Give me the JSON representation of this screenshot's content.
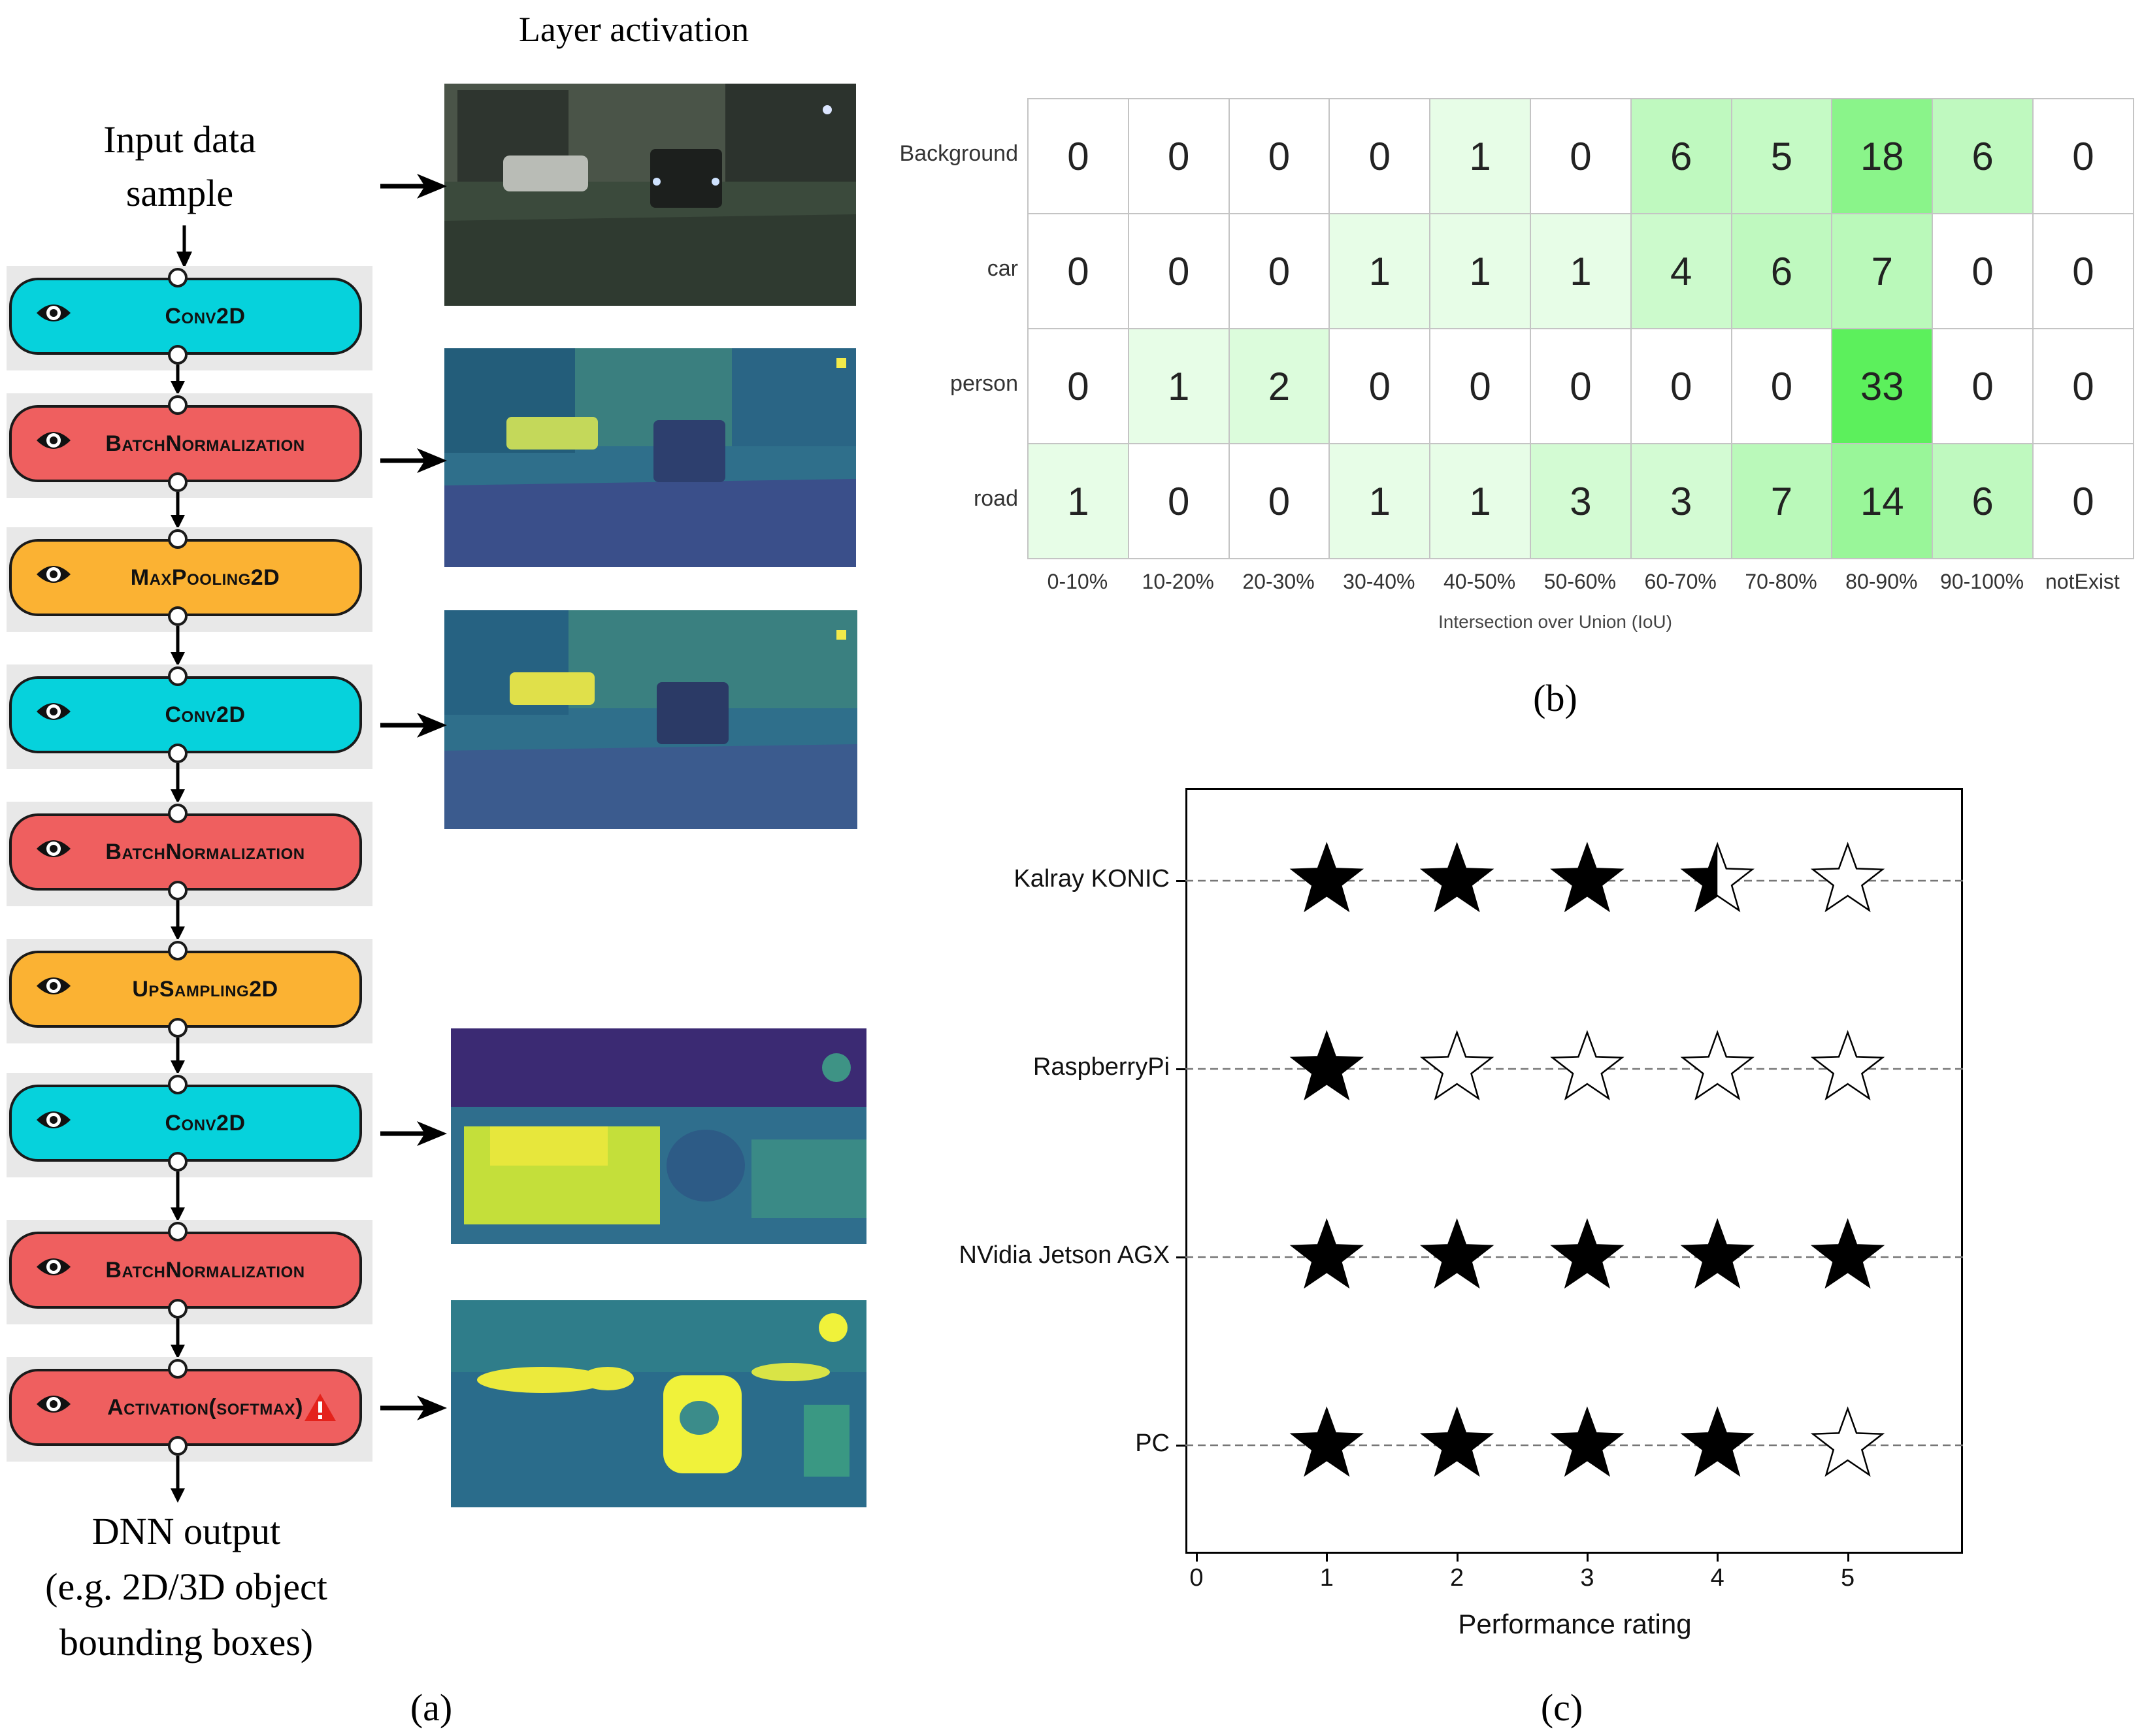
{
  "panel_a": {
    "caption": "(a)",
    "column_title": "Layer activation",
    "input_label_line1": "Input data",
    "input_label_line2": "sample",
    "output_line1": "DNN output",
    "output_line2": "(e.g. 2D/3D object",
    "output_line3": "bounding boxes)",
    "layers": [
      {
        "name": "Conv2D",
        "color": "#06d2dc",
        "warning": false
      },
      {
        "name": "BatchNormalization",
        "color": "#ef5f5f",
        "warning": false
      },
      {
        "name": "MaxPooling2D",
        "color": "#fbb233",
        "warning": false
      },
      {
        "name": "Conv2D",
        "color": "#06d2dc",
        "warning": false
      },
      {
        "name": "BatchNormalization",
        "color": "#ef5f5f",
        "warning": false
      },
      {
        "name": "UpSampling2D",
        "color": "#fbb233",
        "warning": false
      },
      {
        "name": "Conv2D",
        "color": "#06d2dc",
        "warning": false
      },
      {
        "name": "BatchNormalization",
        "color": "#ef5f5f",
        "warning": false
      },
      {
        "name": "Activation(softmax)",
        "color": "#ef5f5f",
        "warning": true
      }
    ],
    "icons": {
      "layer_visibility": "eye-icon",
      "layer_warning": "warning-icon"
    }
  },
  "panel_b": {
    "caption": "(b)",
    "chart_data": {
      "type": "heatmap",
      "rows": [
        "Background",
        "car",
        "person",
        "road"
      ],
      "columns": [
        "0-10%",
        "10-20%",
        "20-30%",
        "30-40%",
        "40-50%",
        "50-60%",
        "60-70%",
        "70-80%",
        "80-90%",
        "90-100%",
        "notExist"
      ],
      "values": [
        [
          0,
          0,
          0,
          0,
          1,
          0,
          6,
          5,
          18,
          6,
          0
        ],
        [
          0,
          0,
          0,
          1,
          1,
          1,
          4,
          6,
          7,
          0,
          0
        ],
        [
          0,
          1,
          2,
          0,
          0,
          0,
          0,
          0,
          33,
          0,
          0
        ],
        [
          1,
          0,
          0,
          1,
          1,
          3,
          3,
          7,
          14,
          6,
          0
        ]
      ],
      "xlabel": "Intersection over Union (IoU)",
      "colormap": {
        "low": "#ffffff",
        "high": "#5cf05c"
      }
    }
  },
  "panel_c": {
    "caption": "(c)",
    "chart_data": {
      "type": "scatter",
      "categories": [
        "Kalray KONIC",
        "RaspberryPi",
        "NVidia Jetson AGX",
        "PC"
      ],
      "values": [
        3.5,
        1,
        5,
        4
      ],
      "max_rating": 5,
      "x_ticks": [
        "0",
        "1",
        "2",
        "3",
        "4",
        "5"
      ],
      "xlabel": "Performance rating",
      "xlim": [
        0,
        5.8
      ],
      "marker": "star",
      "filled_color": "#000000",
      "empty_color": "#ffffff"
    }
  }
}
